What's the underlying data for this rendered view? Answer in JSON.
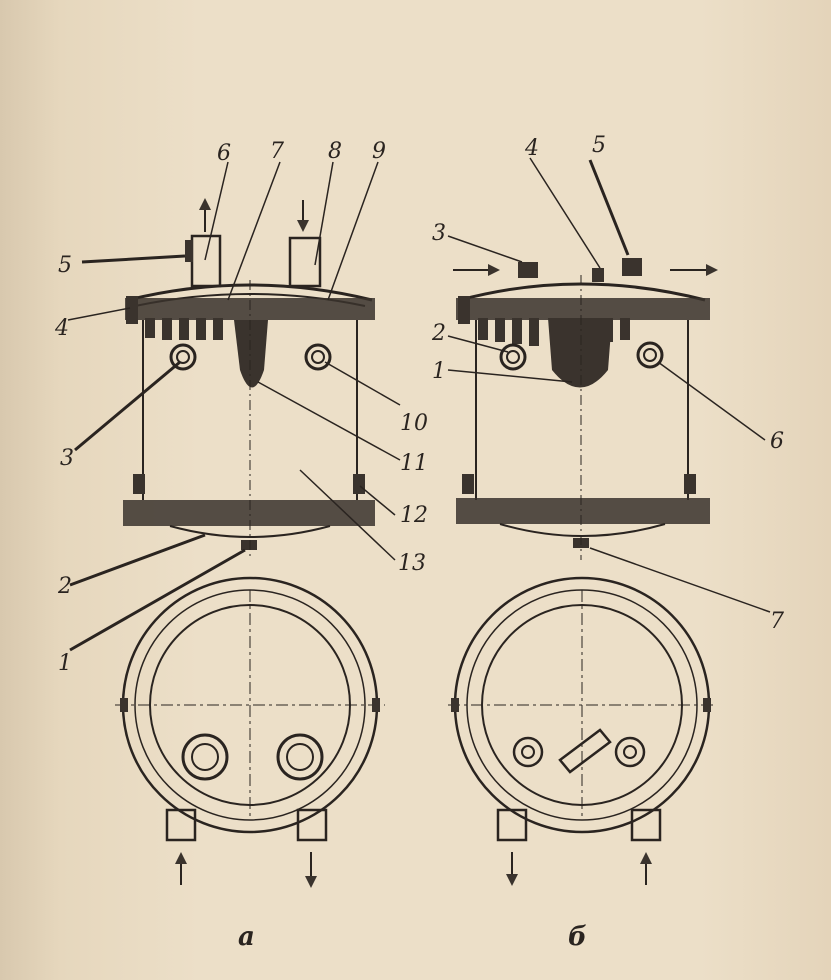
{
  "figure": {
    "panel_a": {
      "caption": "a",
      "callouts": [
        "6",
        "7",
        "8",
        "9",
        "5",
        "4",
        "3",
        "10",
        "11",
        "12",
        "13",
        "2",
        "1"
      ]
    },
    "panel_b": {
      "caption": "б",
      "callouts": [
        "4",
        "5",
        "3",
        "2",
        "1",
        "6",
        "7"
      ]
    }
  },
  "colors": {
    "paper": "#ecdfc8",
    "ink": "#2a2420"
  }
}
